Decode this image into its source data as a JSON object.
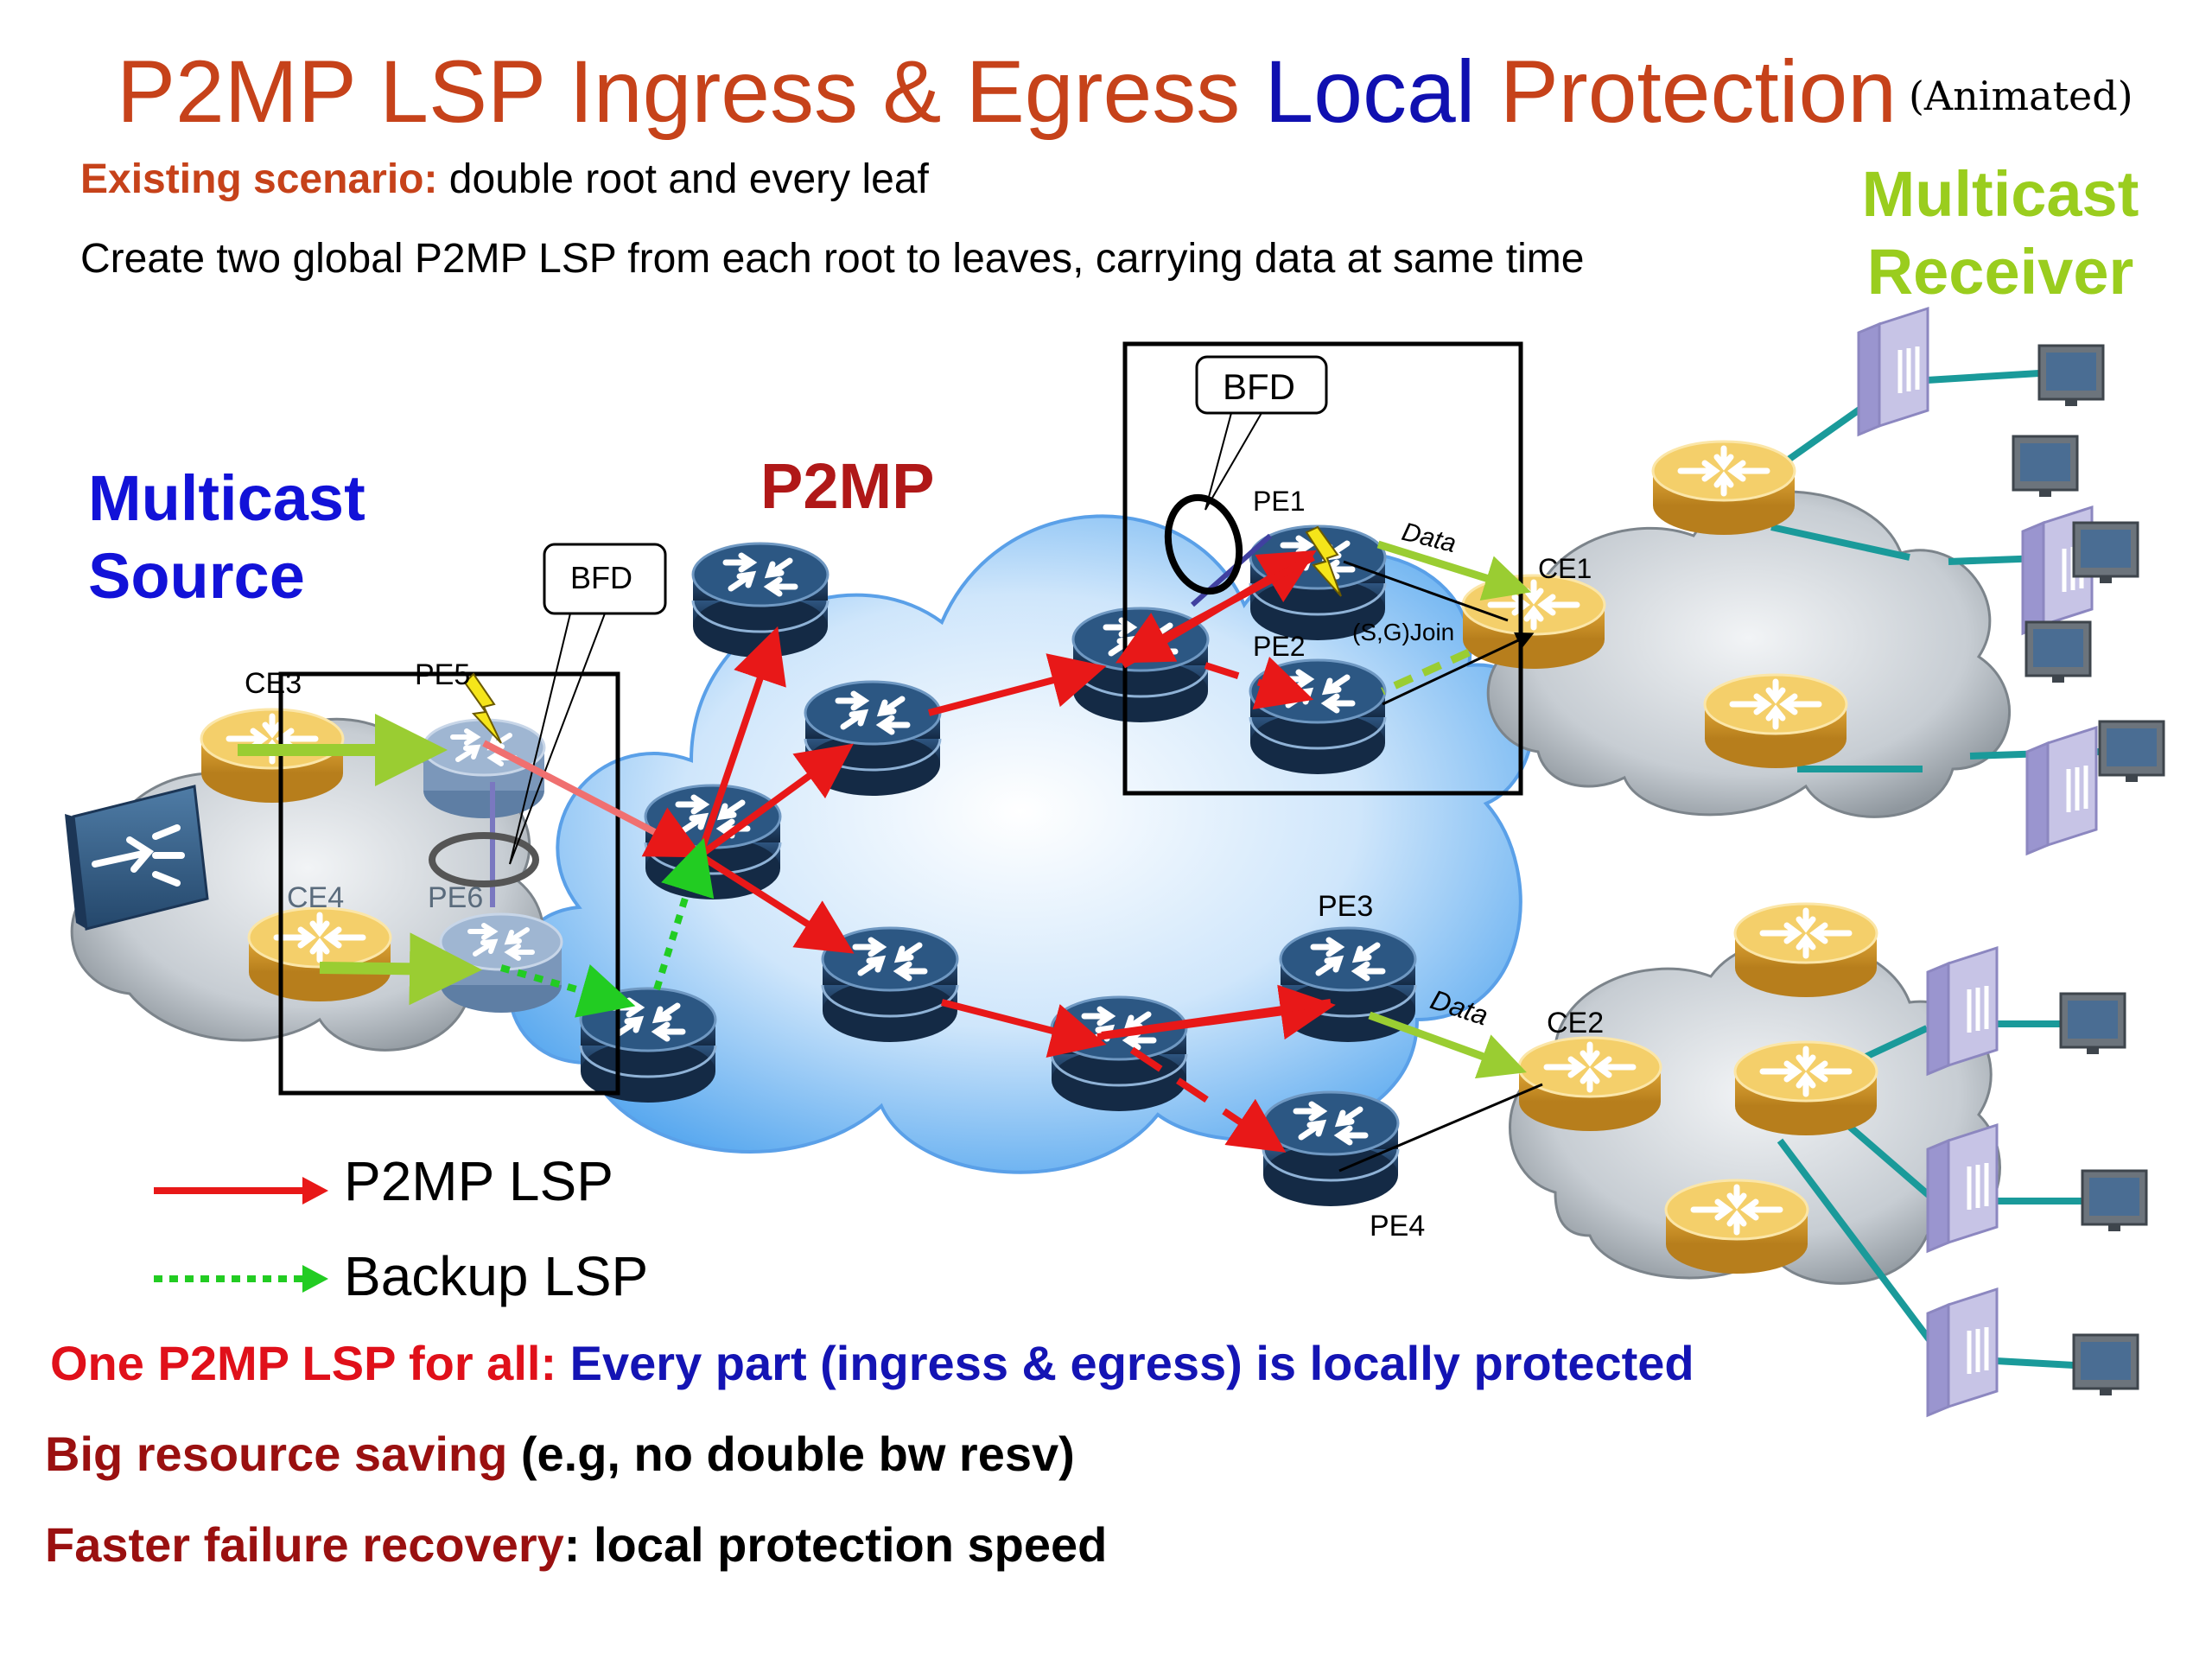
{
  "title": {
    "part1": "P2MP LSP Ingress & Egress ",
    "part2": "Local",
    "part3": " Protection",
    "animated": "(Animated)"
  },
  "scenario": {
    "label": "Existing scenario:",
    "text": " double root and every leaf"
  },
  "description": "Create two global P2MP LSP from each root to leaves, carrying data at same time",
  "regions": {
    "multicast_source": "Multicast Source",
    "multicast_receiver": "Multicast Receiver",
    "p2mp": "P2MP"
  },
  "callouts": {
    "bfd_left": "BFD",
    "bfd_right": "BFD"
  },
  "node_labels": {
    "ce3": "CE3",
    "ce4": "CE4",
    "pe5": "PE5",
    "pe6": "PE6",
    "pe1": "PE1",
    "pe2": "PE2",
    "pe3": "PE3",
    "pe4": "PE4",
    "ce1": "CE1",
    "ce2": "CE2",
    "data_top": "Data",
    "data_bottom": "Data",
    "join": "(S,G)Join"
  },
  "legend": {
    "p2mp_lsp": "P2MP LSP",
    "backup_lsp": "Backup LSP"
  },
  "summary": {
    "line1_red": "One P2MP LSP for all: ",
    "line1_blue": "Every part (ingress & egress) is locally protected",
    "bullet": "",
    "line2_red": "Big resource saving",
    "line2_black": " (e.g, no double bw resv)",
    "line3_red": "Faster failure recovery",
    "line3_black": ": local protection speed"
  },
  "colors": {
    "title": "#c6421a",
    "title_accent": "#1010b0",
    "lsp": "#e81818",
    "backup": "#22cc22",
    "data_link": "#9acd32",
    "receiver_link": "#1a9a9a",
    "router_blue": "#1e3a5f",
    "router_gold": "#e8b040"
  }
}
